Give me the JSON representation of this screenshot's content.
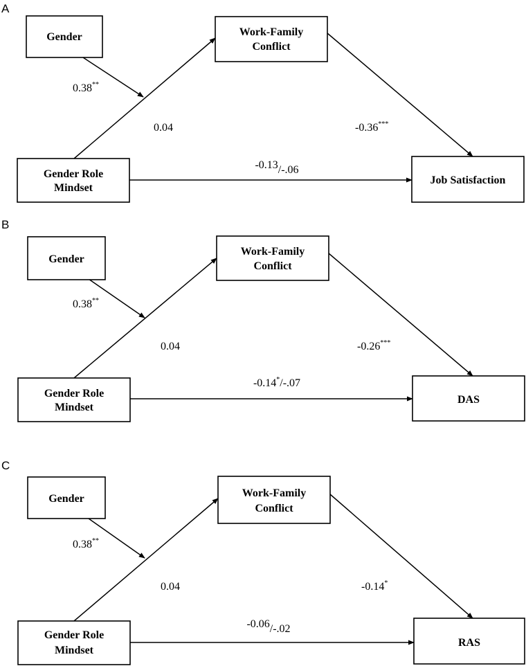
{
  "panels": [
    {
      "label": "A",
      "gender": "Gender",
      "wfc_line1": "Work-Family",
      "wfc_line2": "Conflict",
      "grm_line1": "Gender Role",
      "grm_line2": "Mindset",
      "outcome": "Job Satisfaction",
      "gender_coef": "0.38",
      "gender_sig": "**",
      "grm_wfc_coef": "0.04",
      "wfc_out_coef": "-0.36",
      "wfc_out_sig": "***",
      "direct_pre": "-0.13",
      "direct_sig": "",
      "direct_post": "/-.06"
    },
    {
      "label": "B",
      "gender": "Gender",
      "wfc_line1": "Work-Family",
      "wfc_line2": "Conflict",
      "grm_line1": "Gender Role",
      "grm_line2": "Mindset",
      "outcome": "DAS",
      "gender_coef": "0.38",
      "gender_sig": "**",
      "grm_wfc_coef": "0.04",
      "wfc_out_coef": "-0.26",
      "wfc_out_sig": "***",
      "direct_pre": "-0.14",
      "direct_sig": "*",
      "direct_post": "/-.07"
    },
    {
      "label": "C",
      "gender": "Gender",
      "wfc_line1": "Work-Family",
      "wfc_line2": "Conflict",
      "grm_line1": "Gender Role",
      "grm_line2": "Mindset",
      "outcome": "RAS",
      "gender_coef": "0.38",
      "gender_sig": "**",
      "grm_wfc_coef": "0.04",
      "wfc_out_coef": "-0.14",
      "wfc_out_sig": "*",
      "direct_pre": "-0.06",
      "direct_sig": "",
      "direct_post": "/-.02"
    }
  ]
}
